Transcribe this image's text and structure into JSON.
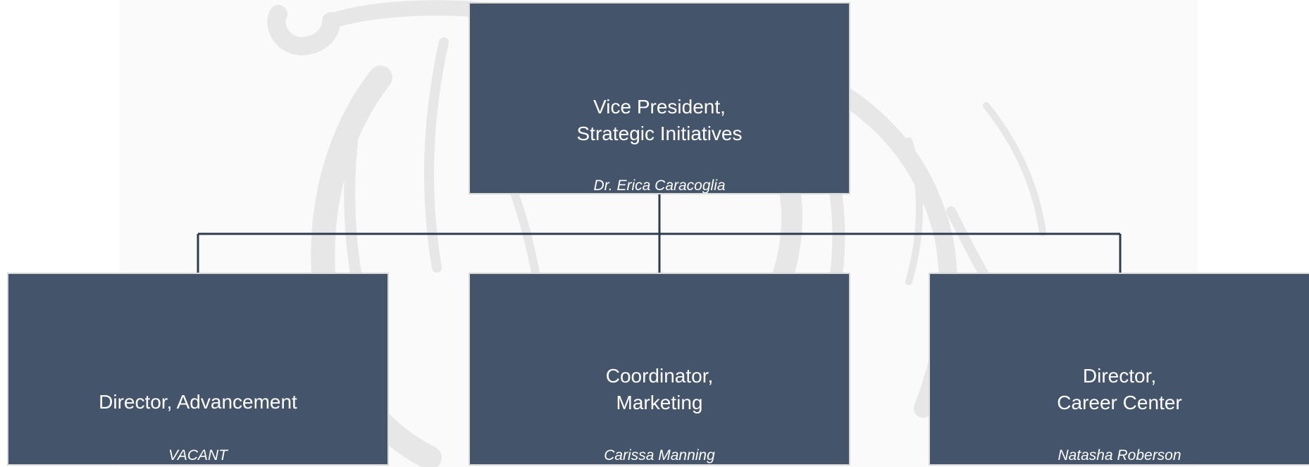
{
  "org_chart": {
    "root": {
      "title": "Vice President,\nStrategic Initiatives",
      "name": "Dr. Erica Caracoglia"
    },
    "children": [
      {
        "title": "Director, Advancement",
        "name": "VACANT"
      },
      {
        "title": "Coordinator,\nMarketing",
        "name": "Carissa Manning"
      },
      {
        "title": "Director,\nCareer Center",
        "name": "Natasha Roberson"
      }
    ]
  },
  "colors": {
    "box_fill": "#44546a",
    "box_border": "#d9d9d9",
    "connector": "#2e3b4e",
    "text": "#ffffff",
    "watermark": "#e6e6e6"
  },
  "icons": {
    "watermark": "horse-watermark-icon"
  }
}
